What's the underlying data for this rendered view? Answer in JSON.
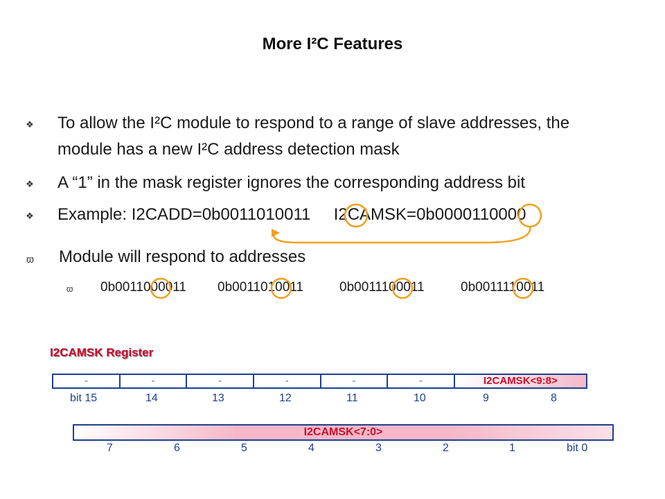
{
  "slide": {
    "title": "More I²C Features"
  },
  "bullets": [
    {
      "line1": "To allow the I²C module to respond to a range of slave addresses, the",
      "line2": "module has a new I²C address detection mask"
    },
    {
      "text": "A “1” in the mask register ignores the corresponding address bit"
    },
    {
      "text": "Example: I2CADD=0b0011010011     I2CAMSK=0b0000110000"
    }
  ],
  "sub_bullet": {
    "text": "Module will respond to addresses"
  },
  "addresses": [
    "0b0011000011",
    "0b0011010011",
    "0b0011100011",
    "0b0011110011"
  ],
  "register": {
    "title": "I2CAMSK  Register",
    "high_cells": [
      "-",
      "-",
      "-",
      "-",
      "-",
      "-",
      "I2CAMSK<9:8>"
    ],
    "high_bits": [
      "bit 15",
      "14",
      "13",
      "12",
      "11",
      "10",
      "9",
      "8"
    ],
    "low_label": "I2CAMSK<7:0>",
    "low_bits": [
      "7",
      "6",
      "5",
      "4",
      "3",
      "2",
      "1",
      "bit 0"
    ]
  },
  "colors": {
    "accent": "#c8102e",
    "circle": "#f0a020",
    "register_border": "#1f3f8f"
  },
  "icons": {
    "bullet": "diamond-bullet-icon",
    "sub_bullet": "sub-bullet-icon"
  }
}
